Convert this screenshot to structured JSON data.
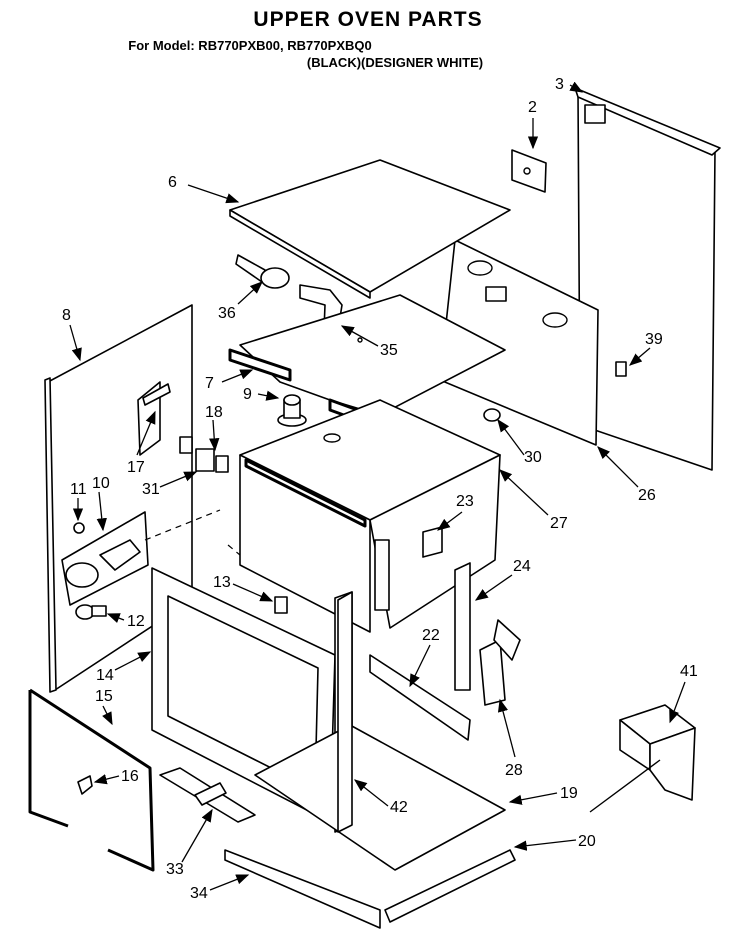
{
  "header": {
    "title": "UPPER OVEN PARTS",
    "model_line": "For Model: RB770PXB00, RB770PXBQ0",
    "color_line": "(BLACK)(DESIGNER WHITE)"
  },
  "callouts": [
    "2",
    "3",
    "6",
    "8",
    "7",
    "9",
    "18",
    "17",
    "36",
    "35",
    "39",
    "31",
    "30",
    "26",
    "11",
    "10",
    "27",
    "23",
    "24",
    "13",
    "12",
    "22",
    "14",
    "15",
    "16",
    "41",
    "28",
    "19",
    "42",
    "20",
    "33",
    "34"
  ]
}
